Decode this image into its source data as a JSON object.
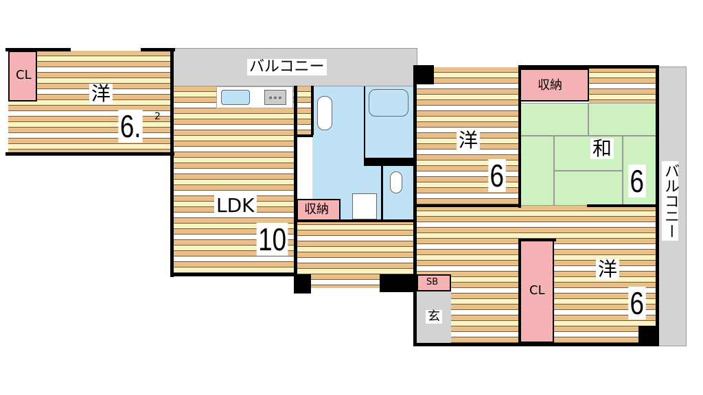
{
  "rooms": {
    "west1": {
      "kanji": "洋",
      "size": "6.",
      "sup": "2"
    },
    "cl1": "CL",
    "balcony_top": "バルコニー",
    "ldk": {
      "name": "LDK",
      "size": "10"
    },
    "storage1": "収納",
    "west2": {
      "kanji": "洋",
      "size": "6"
    },
    "wa": {
      "kanji": "和",
      "size": "6"
    },
    "storage2": "収納",
    "balcony_right": "バルコニー",
    "west3": {
      "kanji": "洋",
      "size": "6"
    },
    "cl2": "CL",
    "sb": "SB",
    "genkan": "玄"
  },
  "colors": {
    "wood": "#e9c08a",
    "wet": "#bfe3f5",
    "storage": "#f5b3b5",
    "tatami": "#cdf2c0",
    "balcony": "#d3d3d3"
  }
}
